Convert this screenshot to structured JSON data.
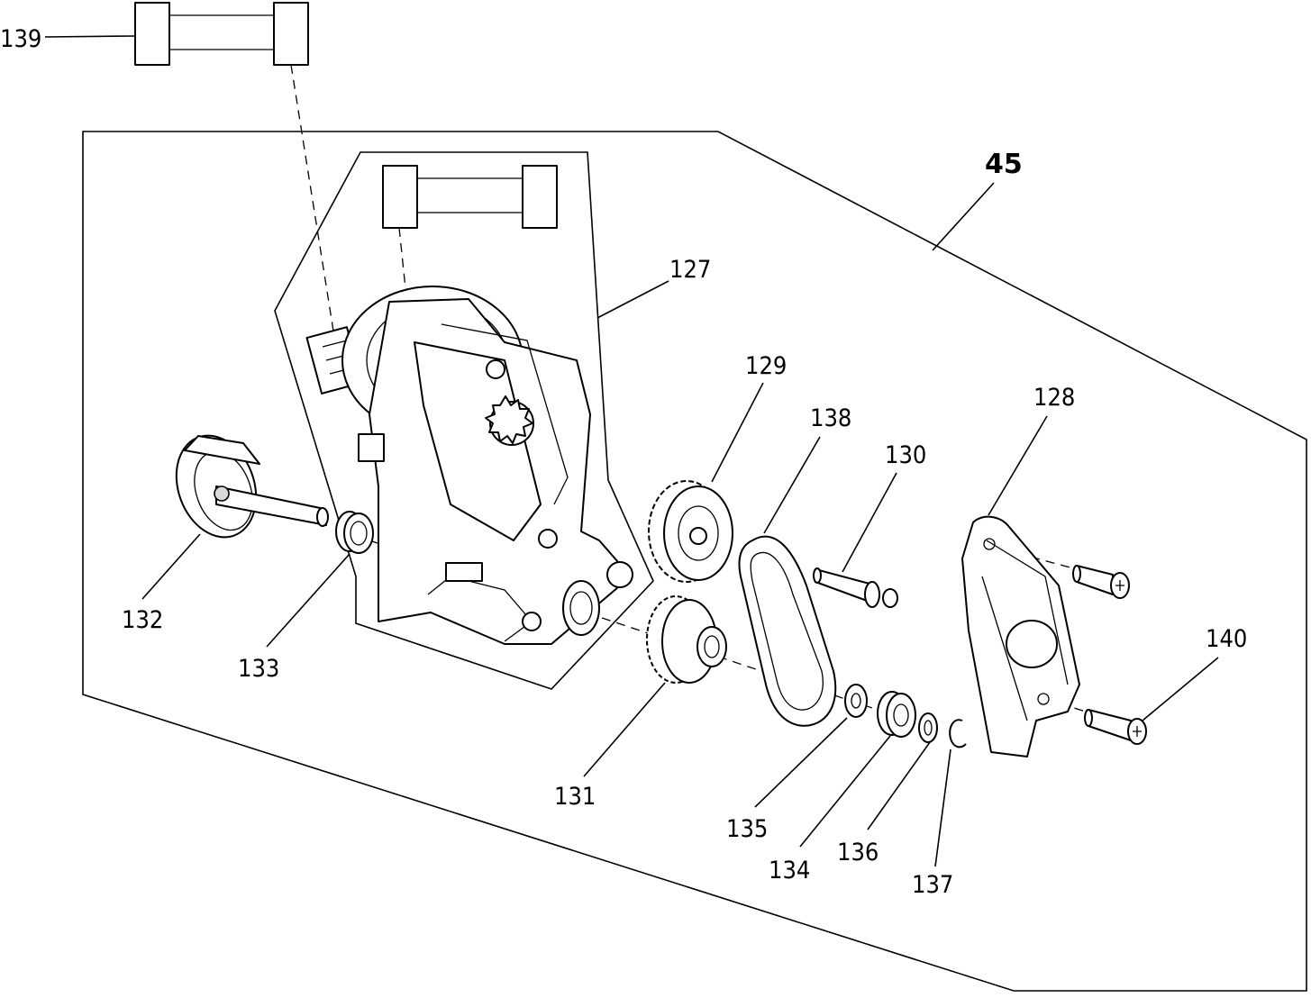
{
  "labels": {
    "l139": "139",
    "l45": "45",
    "l127": "127",
    "l129": "129",
    "l138": "138",
    "l130": "130",
    "l128": "128",
    "l140": "140",
    "l132": "132",
    "l133": "133",
    "l131": "131",
    "l135": "135",
    "l134": "134",
    "l136": "136",
    "l137": "137"
  }
}
